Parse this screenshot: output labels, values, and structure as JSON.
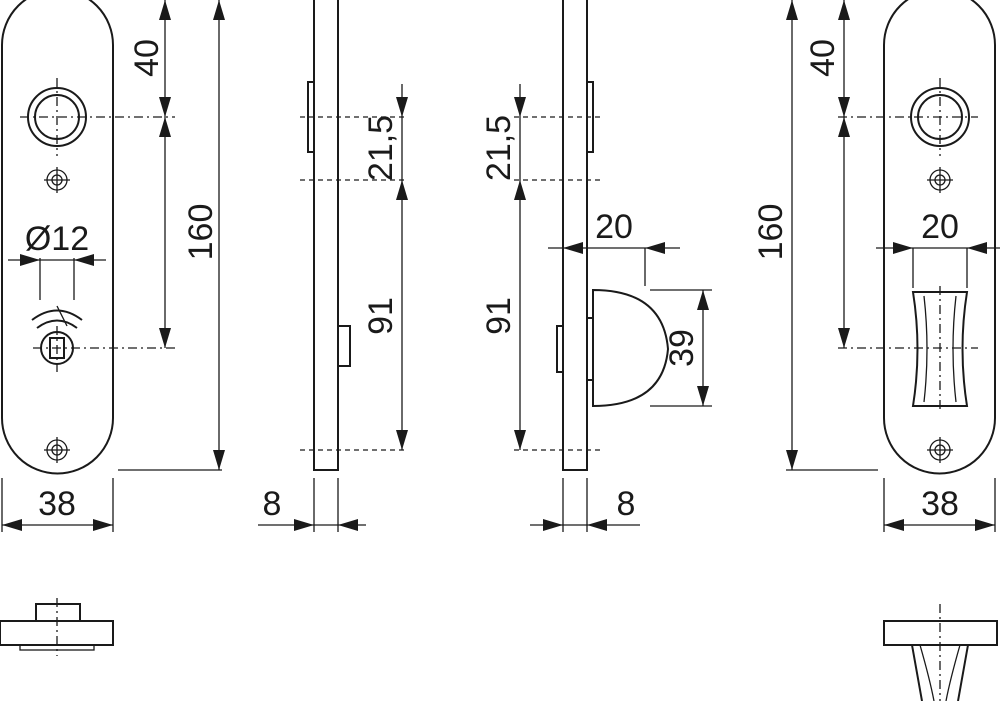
{
  "dimensions": {
    "front_left": {
      "top_to_hole": "40",
      "total_height": "160",
      "spindle_diameter": "Ø12",
      "width": "38"
    },
    "side_left": {
      "upper": "21,5",
      "lower": "91",
      "thickness": "8"
    },
    "side_right": {
      "upper": "21,5",
      "lower": "91",
      "thickness": "8",
      "projection": "20",
      "knob_height": "39"
    },
    "front_right": {
      "top_to_hole": "40",
      "total_height": "160",
      "knob_width": "20",
      "width": "38"
    }
  }
}
